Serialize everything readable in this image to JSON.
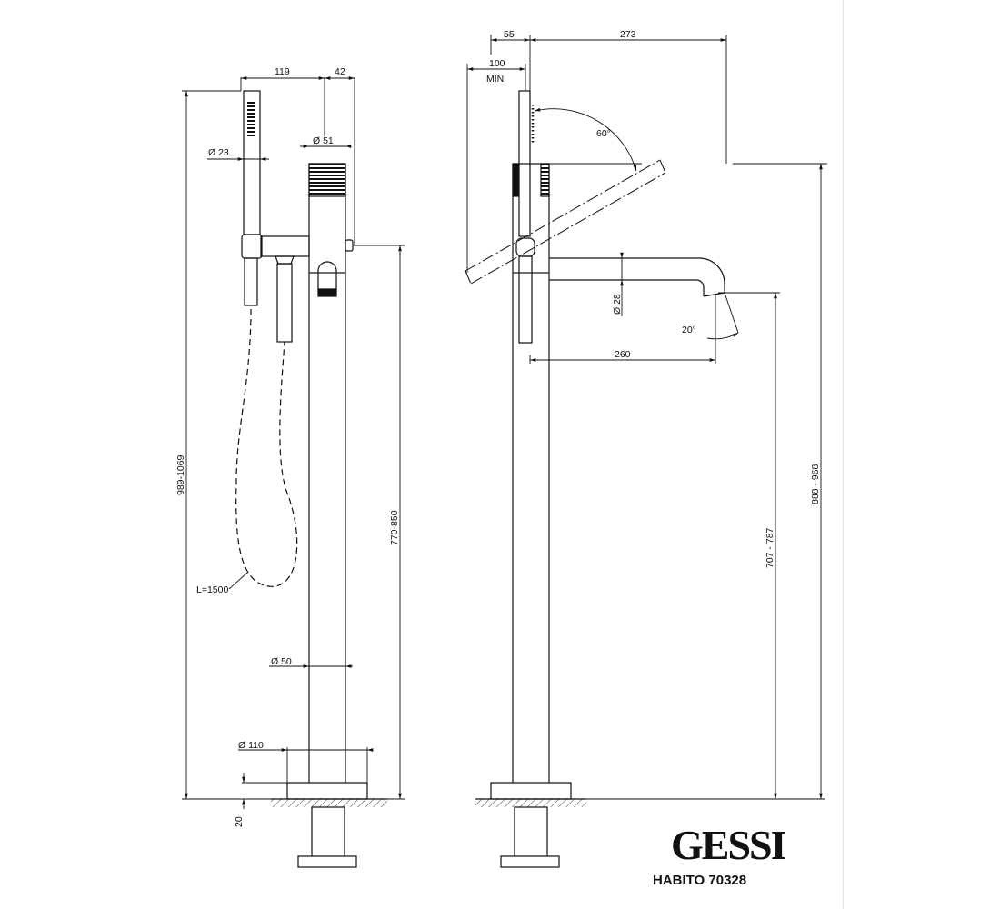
{
  "drawing": {
    "brand": "GESSI",
    "model": "HABITO 70328"
  },
  "dimensions": {
    "hand_shower_offset": "119",
    "valve_offset": "42",
    "handshower_diameter": "Ø 23",
    "valve_diameter": "Ø 51",
    "total_height": "989-1069",
    "spout_height_front": "770-850",
    "hose_length": "L=1500",
    "column_diameter": "Ø 50",
    "base_diameter": "Ø 110",
    "base_thickness": "20",
    "side_offset_55": "55",
    "side_width_273": "273",
    "min_clearance_value": "100",
    "min_clearance_label": "MIN",
    "tilt_angle": "60°",
    "spout_diameter": "Ø 28",
    "spout_angle": "20°",
    "spout_reach": "260",
    "spout_height_side": "707 - 787",
    "overall_height_side": "888 - 968"
  }
}
